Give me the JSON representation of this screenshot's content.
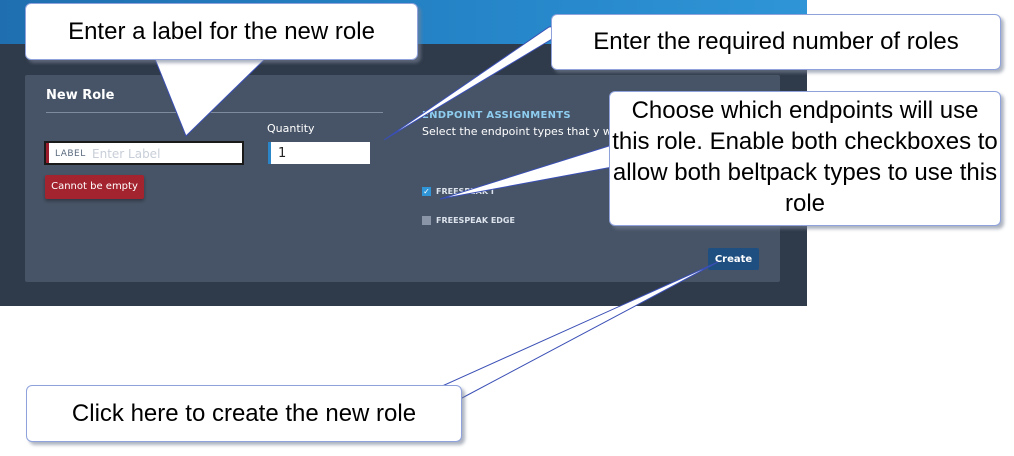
{
  "form": {
    "title": "New Role",
    "label_field": {
      "tag": "LABEL",
      "placeholder": "Enter Label",
      "value": ""
    },
    "error_text": "Cannot be empty",
    "quantity": {
      "label": "Quantity",
      "value": "1"
    },
    "endpoints": {
      "title": "ENDPOINT ASSIGNMENTS",
      "description": "Select the endpoint types that y with.",
      "options": [
        {
          "label": "FREESPEAK I",
          "checked": true
        },
        {
          "label": "FREESPEAK EDGE",
          "checked": false
        }
      ]
    },
    "create_label": "Create"
  },
  "callouts": {
    "label_hint": "Enter a label for the new role",
    "quantity_hint": "Enter the required number of roles",
    "endpoints_hint": "Choose which endpoints will use this role. Enable both checkboxes to allow both beltpack types to use this role",
    "create_hint": "Click here to create the new role"
  },
  "colors": {
    "header_blue": "#2585c8",
    "panel": "#475467",
    "error": "#a3242f",
    "accent": "#8ecdf0",
    "button": "#1f4f80"
  }
}
